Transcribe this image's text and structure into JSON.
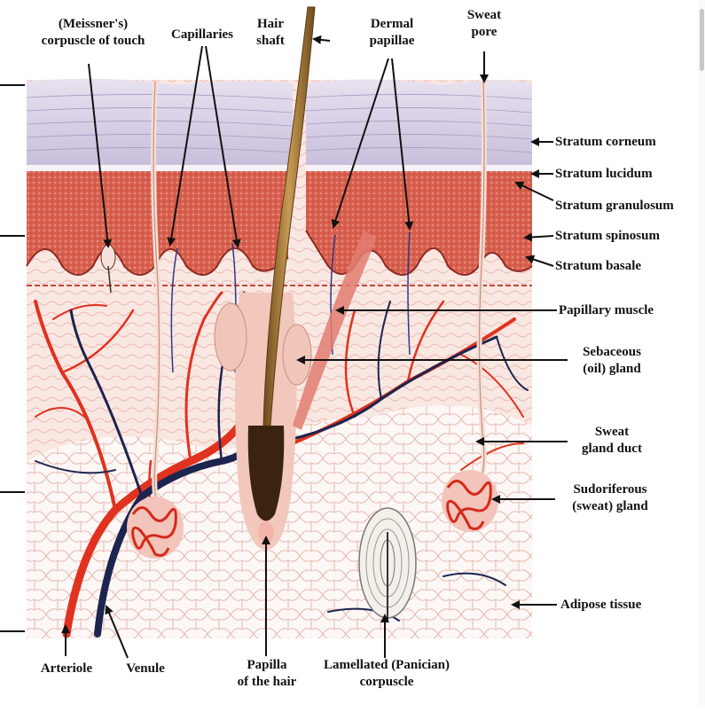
{
  "labels": {
    "meissner": [
      "(Meissner's)",
      "corpuscle of touch"
    ],
    "capillaries": "Capillaries",
    "hair_shaft": [
      "Hair",
      "shaft"
    ],
    "dermal_papillae": [
      "Dermal",
      "papillae"
    ],
    "sweat_pore": [
      "Sweat",
      "pore"
    ],
    "stratum_corneum": "Stratum corneum",
    "stratum_lucidum": "Stratum lucidum",
    "stratum_granulosum": "Stratum granulosum",
    "stratum_spinosum": "Stratum spinosum",
    "stratum_basale": "Stratum basale",
    "papillary_muscle": "Papillary muscle",
    "sebaceous_gland": [
      "Sebaceous",
      "(oil) gland"
    ],
    "sweat_gland_duct": [
      "Sweat",
      "gland duct"
    ],
    "sudoriferous_gland": [
      "Sudoriferous",
      "(sweat) gland"
    ],
    "adipose_tissue": "Adipose tissue",
    "arteriole": "Arteriole",
    "venule": "Venule",
    "papilla_hair": [
      "Papilla",
      "of the hair"
    ],
    "lamellated_corpuscle": [
      "Lamellated (Panician)",
      "corpuscle"
    ]
  },
  "colors": {
    "epidermis_top": "#d9cfe6",
    "stratum_lucidum": "#f4f0f6",
    "granulosum": "#d85b4c",
    "dermis": "#f7e2dc",
    "artery": "#e0321f",
    "vein": "#1c2450",
    "adipose": "#fdf5f3",
    "hair": "#9a6a2a"
  }
}
